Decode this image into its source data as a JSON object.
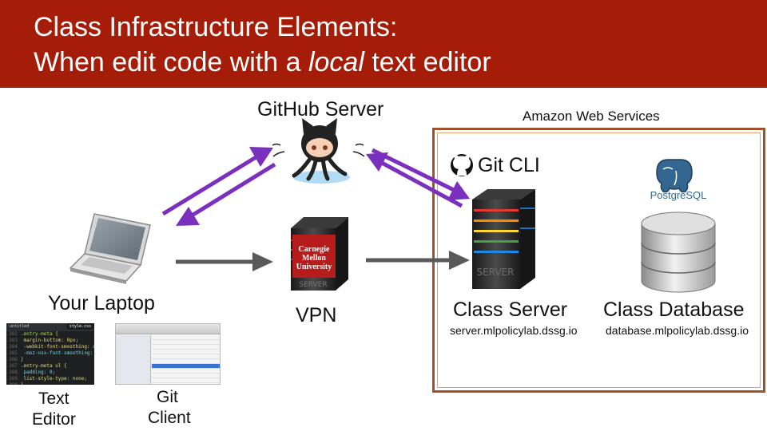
{
  "title": {
    "line1": "Class Infrastructure Elements:",
    "line2_before": "When edit code with a ",
    "line2_emph": "local",
    "line2_after": " text editor"
  },
  "nodes": {
    "github_server": "GitHub Server",
    "aws": "Amazon Web Services",
    "git_cli": "Git CLI",
    "postgres_logo": "PostgreSQL",
    "your_laptop": "Your Laptop",
    "vpn": "VPN",
    "vpn_badge": [
      "Carnegie",
      "Mellon",
      "University"
    ],
    "server_plate": "SERVER",
    "class_server": "Class Server",
    "class_server_host": "server.mlpolicylab.dssg.io",
    "class_database": "Class Database",
    "class_database_host": "database.mlpolicylab.dssg.io",
    "text_editor_line1": "Text",
    "text_editor_line2": "Editor",
    "git_client_line1": "Git",
    "git_client_line2": "Client"
  },
  "editor_thumb": {
    "tab_left": "untitled",
    "tab_right": "style.css",
    "lines": [
      {
        "n": "382",
        "t": ".entry-meta {"
      },
      {
        "n": "383",
        "t": "  margin-bottom: 0px;"
      },
      {
        "n": "384",
        "t": "  -webkit-font-smoothing: ant"
      },
      {
        "n": "385",
        "t": "  -moz-osx-font-smoothing: gr"
      },
      {
        "n": "386",
        "t": "}"
      },
      {
        "n": "387",
        "t": ".entry-meta ul {"
      },
      {
        "n": "388",
        "t": "  padding: 0;"
      },
      {
        "n": "389",
        "t": "  list-style-type: none;"
      },
      {
        "n": "390",
        "t": "}"
      }
    ]
  },
  "colors": {
    "title_bar": "#a51d08",
    "arrow_purple": "#7b2fbf",
    "arrow_gray": "#595959",
    "aws_border": "#a0522d"
  },
  "icons": [
    "github-octocat-icon",
    "github-mark-icon",
    "laptop-icon",
    "server-rack-icon",
    "postgresql-elephant-icon",
    "database-cylinder-icon"
  ]
}
